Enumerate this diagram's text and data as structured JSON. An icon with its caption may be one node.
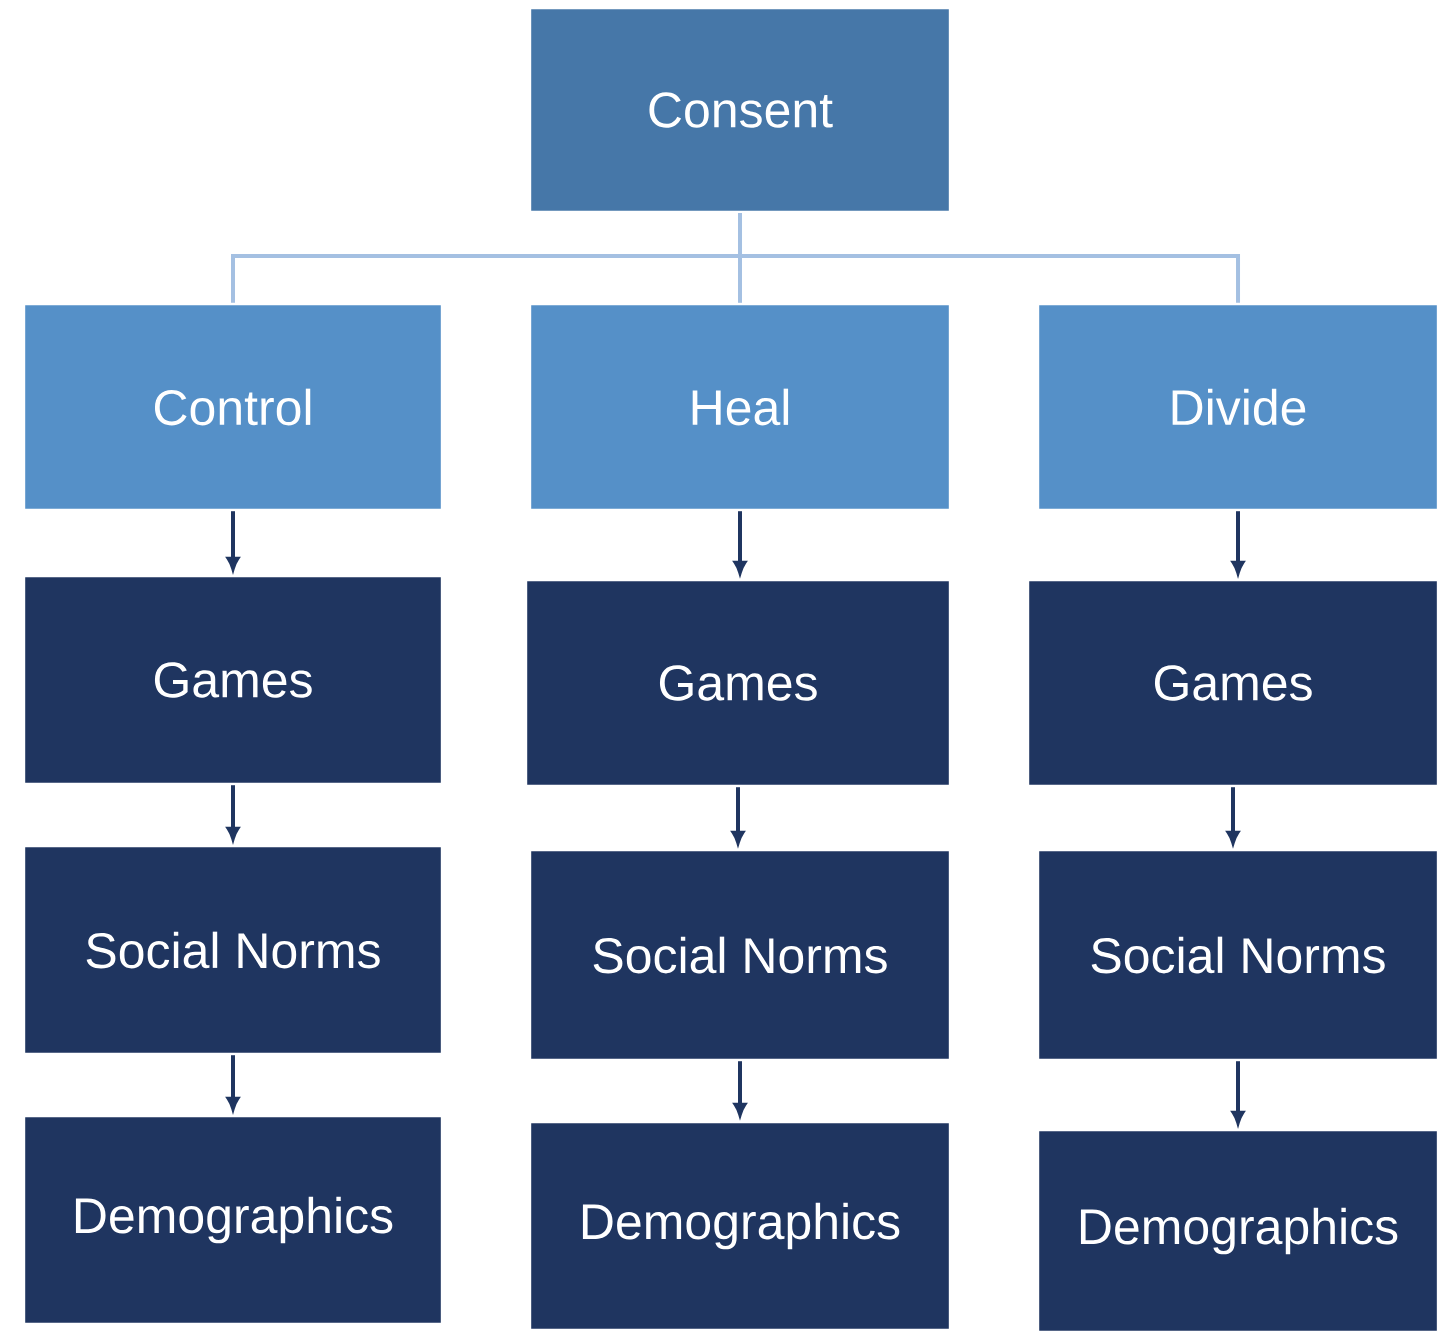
{
  "diagram": {
    "nodes": [
      {
        "text": [
          "Consent"
        ]
      },
      {
        "text": [
          "Control"
        ]
      },
      {
        "text": [
          "Heal"
        ]
      },
      {
        "text": [
          "Divide"
        ]
      },
      {
        "text": [
          "Games"
        ]
      },
      {
        "text": [
          "Games"
        ]
      },
      {
        "text": [
          "Games"
        ]
      },
      {
        "text": [
          "Social Norms"
        ]
      },
      {
        "text": [
          "Social Norms"
        ]
      },
      {
        "text": [
          "Social Norms"
        ]
      },
      {
        "text": [
          "Demographics"
        ]
      },
      {
        "text": [
          "Demographics"
        ]
      },
      {
        "text": [
          "Demographics"
        ]
      }
    ],
    "edges": [
      {
        "from": 0,
        "to": 1,
        "arrow": "none",
        "color": "#a4c0e2"
      },
      {
        "from": 0,
        "to": 2,
        "arrow": "none",
        "color": "#a4c0e2"
      },
      {
        "from": 0,
        "to": 3,
        "arrow": "none",
        "color": "#a4c0e2"
      },
      {
        "from": 1,
        "to": 4,
        "arrow": "to"
      },
      {
        "from": 4,
        "to": 7,
        "arrow": "to"
      },
      {
        "from": 7,
        "to": 10,
        "arrow": "to"
      },
      {
        "from": 2,
        "to": 5,
        "arrow": "to"
      },
      {
        "from": 5,
        "to": 8,
        "arrow": "to"
      },
      {
        "from": 8,
        "to": 11,
        "arrow": "to"
      },
      {
        "from": 3,
        "to": 6,
        "arrow": "to"
      },
      {
        "from": 6,
        "to": 9,
        "arrow": "to"
      },
      {
        "from": 9,
        "to": 12,
        "arrow": "to"
      }
    ]
  }
}
